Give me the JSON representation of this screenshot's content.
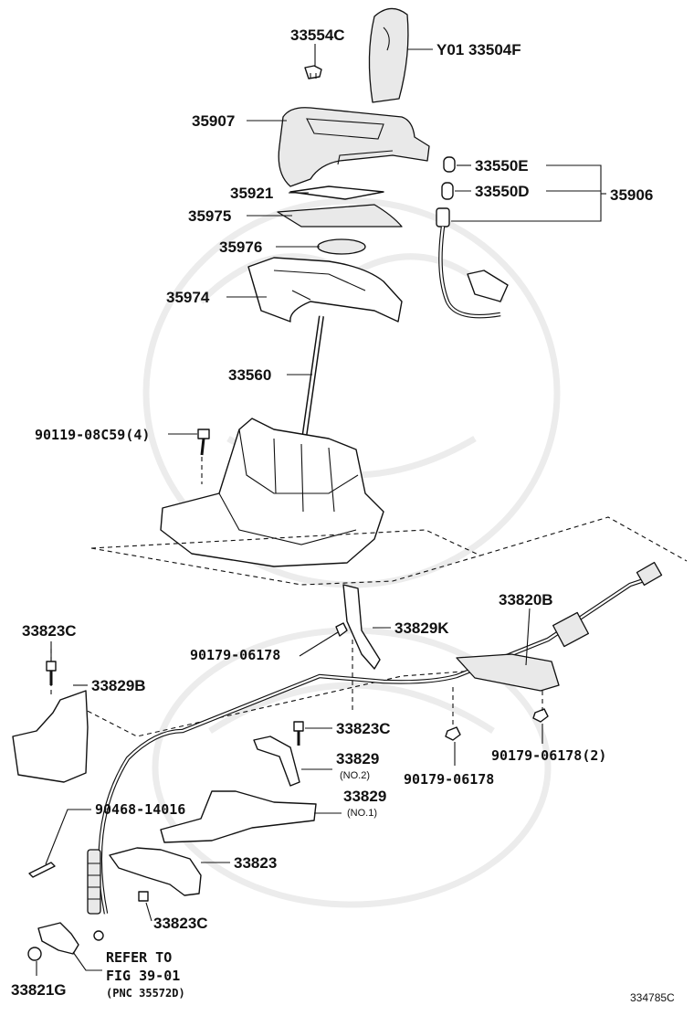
{
  "labels": {
    "l_33554c": "33554C",
    "l_33504f": "Y01 33504F",
    "l_35907": "35907",
    "l_33550e": "33550E",
    "l_33550d": "33550D",
    "l_35906": "35906",
    "l_35921": "35921",
    "l_35975": "35975",
    "l_35976": "35976",
    "l_35974": "35974",
    "l_33560": "33560",
    "l_90119": "90119-08C59(4)",
    "l_33820b": "33820B",
    "l_33829k": "33829K",
    "l_90179a": "90179-06178",
    "l_33823c_top": "33823C",
    "l_33829b": "33829B",
    "l_33823c_mid": "33823C",
    "l_33829_no2": "33829",
    "l_no2": "(NO.2)",
    "l_90179b": "90179-06178",
    "l_90179c": "90179-06178(2)",
    "l_33829_no1": "33829",
    "l_no1": "(NO.1)",
    "l_90468": "90468-14016",
    "l_33823": "33823",
    "l_33823c_bot": "33823C",
    "l_refer1": "REFER TO",
    "l_refer2": "FIG 39-01",
    "l_refer3": "(PNC 35572D)",
    "l_33821g": "33821G",
    "l_code": "334785C"
  }
}
